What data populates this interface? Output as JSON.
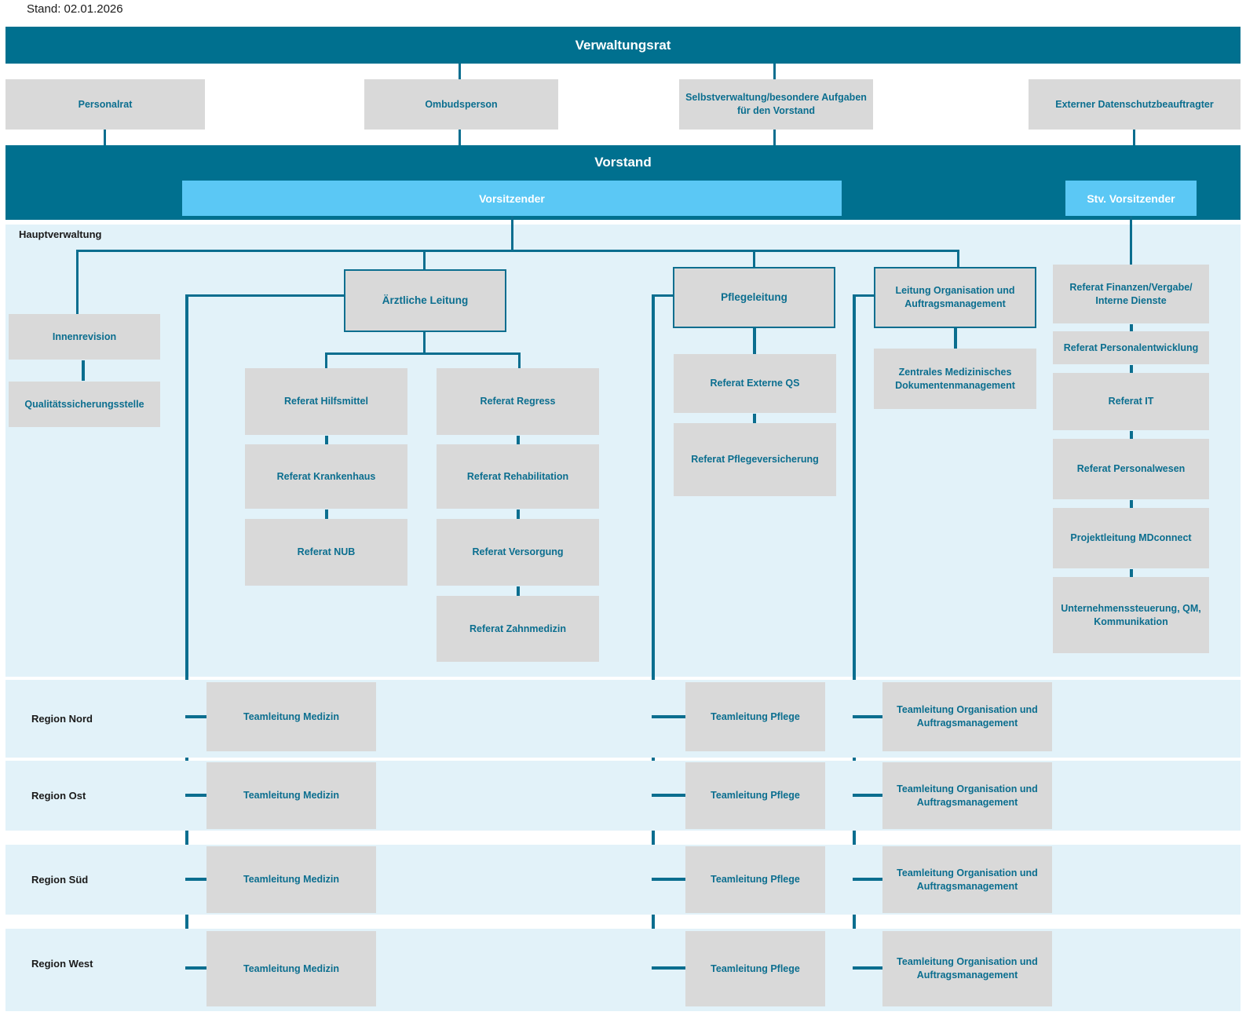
{
  "header": {
    "stand": "Stand: 02.01.2026"
  },
  "bands": {
    "verwaltungsrat": "Verwaltungsrat",
    "vorstand": "Vorstand"
  },
  "vorstand_chips": {
    "vorsitzender": "Vorsitzender",
    "stv_vorsitzender": "Stv. Vorsitzender"
  },
  "council_boxes": [
    {
      "label": "Personalrat"
    },
    {
      "label": "Ombudsperson"
    },
    {
      "label": "Selbstverwaltung/besondere Aufgaben für den Vorstand"
    },
    {
      "label": "Externer Datenschutzbeauftragter"
    }
  ],
  "hauptverwaltung": {
    "title": "Hauptverwaltung",
    "left_column": [
      {
        "label": "Innenrevision"
      },
      {
        "label": "Qualitätssicherungsstelle"
      }
    ],
    "aerztliche_leitung": {
      "label": "Ärztliche Leitung"
    },
    "medical_col_1": [
      {
        "label": "Referat Hilfsmittel"
      },
      {
        "label": "Referat Krankenhaus"
      },
      {
        "label": "Referat NUB"
      }
    ],
    "medical_col_2": [
      {
        "label": "Referat Regress"
      },
      {
        "label": "Referat Rehabilitation"
      },
      {
        "label": "Referat Versorgung"
      },
      {
        "label": "Referat Zahnmedizin"
      }
    ],
    "pflegeleitung": {
      "label": "Pflegeleitung"
    },
    "pflege_children": [
      {
        "label": "Referat Externe QS"
      },
      {
        "label": "Referat Pflegeversicherung"
      }
    ],
    "leitung_orga": {
      "label": "Leitung Organisation und Auftragsmanagement"
    },
    "orga_children": [
      {
        "label": "Zentrales Medizinisches Dokumentenmanagement"
      }
    ],
    "stv_column": [
      {
        "label": "Referat Finanzen/Vergabe/ Interne Dienste"
      },
      {
        "label": "Referat Personalentwicklung"
      },
      {
        "label": "Referat IT"
      },
      {
        "label": "Referat Personalwesen"
      },
      {
        "label": "Projektleitung MDconnect"
      },
      {
        "label": "Unternehmenssteuerung, QM, Kommunikation"
      }
    ]
  },
  "regions": [
    {
      "name": "Region Nord",
      "medizin": "Teamleitung Medizin",
      "pflege": "Teamleitung Pflege",
      "orga": "Teamleitung Organisation und Auftragsmanagement"
    },
    {
      "name": "Region Ost",
      "medizin": "Teamleitung Medizin",
      "pflege": "Teamleitung Pflege",
      "orga": "Teamleitung Organisation und Auftragsmanagement"
    },
    {
      "name": "Region Süd",
      "medizin": "Teamleitung Medizin",
      "pflege": "Teamleitung Pflege",
      "orga": "Teamleitung Organisation und Auftragsmanagement"
    },
    {
      "name": "Region West",
      "medizin": "Teamleitung Medizin",
      "pflege": "Teamleitung Pflege",
      "orga": "Teamleitung Organisation und Auftragsmanagement"
    }
  ],
  "colors": {
    "band": "#00708F",
    "chip": "#5BC8F5",
    "node_bg": "#d9d9d9",
    "node_text": "#0b6e8f",
    "panel_bg": "#e2f2f9",
    "line": "#0b6e8f"
  }
}
